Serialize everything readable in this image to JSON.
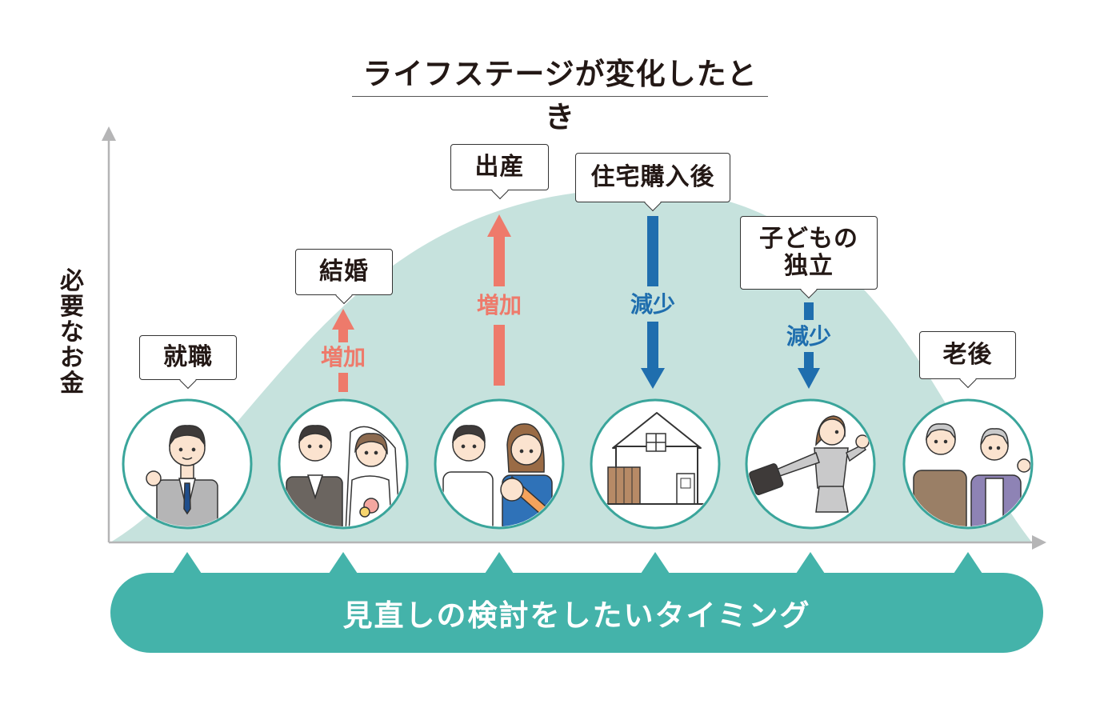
{
  "title": "ライフステージが変化したとき",
  "y_axis_label": "必要なお金",
  "stages": [
    {
      "label": "就職",
      "icon": "new-employee-illustration"
    },
    {
      "label": "結婚",
      "icon": "wedding-couple-illustration"
    },
    {
      "label": "出産",
      "icon": "family-with-baby-illustration"
    },
    {
      "label": "住宅購入後",
      "icon": "house-illustration"
    },
    {
      "label": "子どもの\n独立",
      "icon": "running-woman-illustration"
    },
    {
      "label": "老後",
      "icon": "elderly-couple-illustration"
    }
  ],
  "arrows": [
    {
      "text": "増加",
      "direction": "up"
    },
    {
      "text": "増加",
      "direction": "up"
    },
    {
      "text": "減少",
      "direction": "down"
    },
    {
      "text": "減少",
      "direction": "down"
    }
  ],
  "banner": "見直しの検討をしたいタイミング",
  "colors": {
    "curve_fill": "#c6e2dd",
    "circle_border": "#3aa59b",
    "banner": "#44b3aa",
    "increase": "#ee7a6b",
    "decrease": "#1f6eae",
    "axis": "#b5b5b6",
    "text": "#231815"
  }
}
